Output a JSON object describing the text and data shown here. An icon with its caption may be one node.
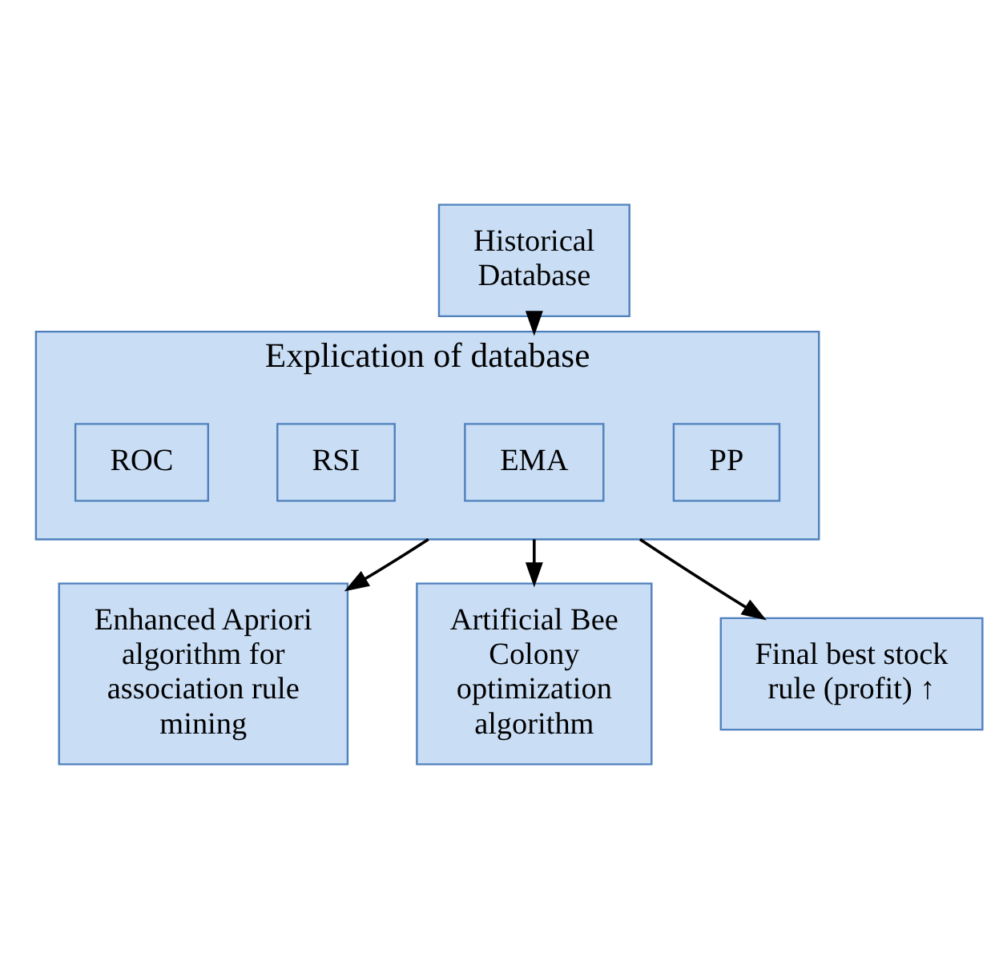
{
  "diagram": {
    "nodes": [
      {
        "text": [
          "Historical Database"
        ]
      },
      {
        "text": [
          "Explication of database"
        ]
      },
      {
        "text": [
          "PP"
        ],
        "in": 1
      },
      {
        "text": [
          "EMA"
        ],
        "in": 1
      },
      {
        "text": [
          "RSI"
        ],
        "in": 1
      },
      {
        "text": [
          "ROC"
        ],
        "in": 1
      },
      {
        "text": [
          "Enhanced Apriori algorithm for association rule mining"
        ]
      },
      {
        "text": [
          "Artificial Bee Colony optimization algorithm"
        ]
      },
      {
        "text": [
          "Final best stock rule (profit) ↑"
        ]
      }
    ],
    "edges": [
      {
        "from": 0,
        "to": 1,
        "arrow": "to"
      },
      {
        "from": 1,
        "to": 6,
        "arrow": "to"
      },
      {
        "from": 1,
        "to": 7,
        "arrow": "to"
      },
      {
        "from": 1,
        "to": 8,
        "arrow": "to"
      }
    ]
  }
}
